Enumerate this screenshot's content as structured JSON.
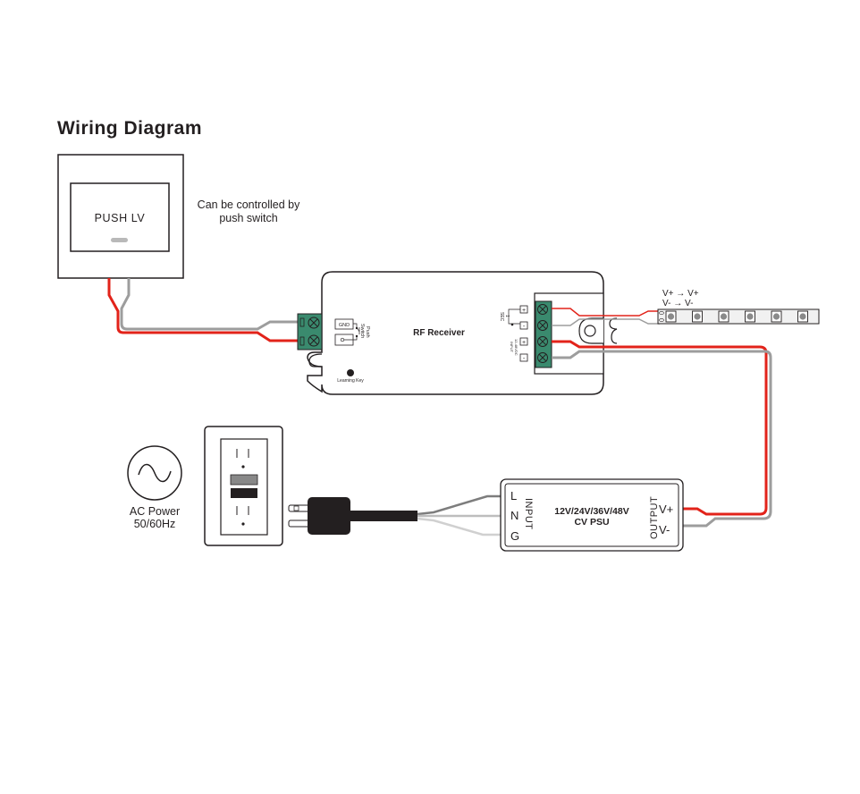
{
  "title": "Wiring Diagram",
  "push_switch": {
    "label": "PUSH LV",
    "note_line1": "Can be controlled by",
    "note_line2": "push switch"
  },
  "receiver": {
    "name": "RF Receiver",
    "gnd_label": "GND",
    "push_switch_line1": "Push",
    "push_switch_line2": "Switch",
    "learning_key_label": "Learning Key",
    "sec_label": "SEC",
    "sec_number": "1",
    "input_label_line1": "INPUT",
    "input_label_line2": "12-48VDC",
    "terminal_plus": "+",
    "terminal_minus": "-"
  },
  "led_strip": {
    "mapping_line1": "V+ → V+",
    "mapping_line2": "V- → V-",
    "led_count": 6
  },
  "ac_power": {
    "line1": "AC Power",
    "line2": "50/60Hz",
    "icon": "sine-wave-icon"
  },
  "psu": {
    "model_line1": "12V/24V/36V/48V",
    "model_line2": "CV PSU",
    "input_label": "INPUT",
    "output_label": "OUTPUT",
    "input_terminals": [
      "L",
      "N",
      "G"
    ],
    "output_terminals": [
      "V+",
      "V-"
    ]
  },
  "colors": {
    "wire_positive": "#e2231a",
    "wire_negative": "#9d9d9d",
    "terminal_green": "#3a8a6e",
    "outline": "#231f20"
  }
}
